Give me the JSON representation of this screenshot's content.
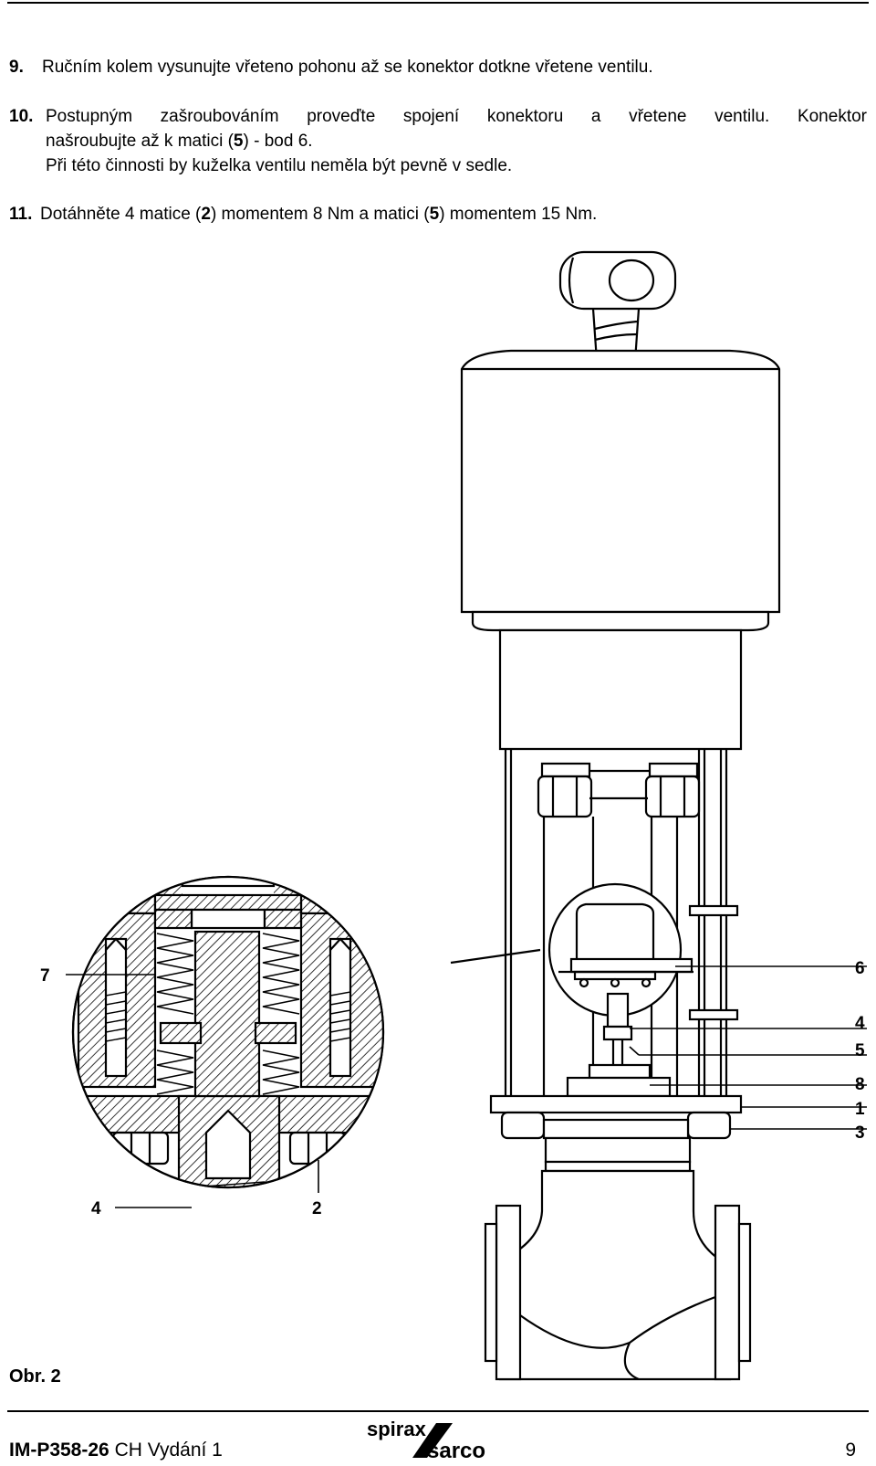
{
  "instructions": [
    {
      "number": "9.",
      "text": "Ručním kolem vysunujte vřeteno pohonu až se konektor dotkne vřetene ventilu."
    },
    {
      "number": "10.",
      "line1": "Postupným zašroubováním proveďte spojení konektoru a vřetene ventilu. Konektor",
      "line2_pre": "našroubujte až k matici (",
      "line2_bold": "5",
      "line2_post": ") - bod 6.",
      "line3": "Při této činnosti by kuželka ventilu neměla být pevně v sedle."
    },
    {
      "number": "11.",
      "pre": "Dotáhněte 4 matice (",
      "bold1": "2",
      "mid": ") momentem 8 Nm a matici (",
      "bold2": "5",
      "post": ") momentem 15 Nm."
    }
  ],
  "figure": {
    "caption": "Obr. 2",
    "callouts_detail": [
      "7",
      "4",
      "2"
    ],
    "callouts_main": [
      "6",
      "4",
      "5",
      "8",
      "1",
      "3"
    ]
  },
  "footer": {
    "doc_code": "IM-P358-26",
    "doc_rest": "CH Vydání 1",
    "logo_top": "spirax",
    "logo_bottom": "sarco",
    "page_number": "9"
  }
}
